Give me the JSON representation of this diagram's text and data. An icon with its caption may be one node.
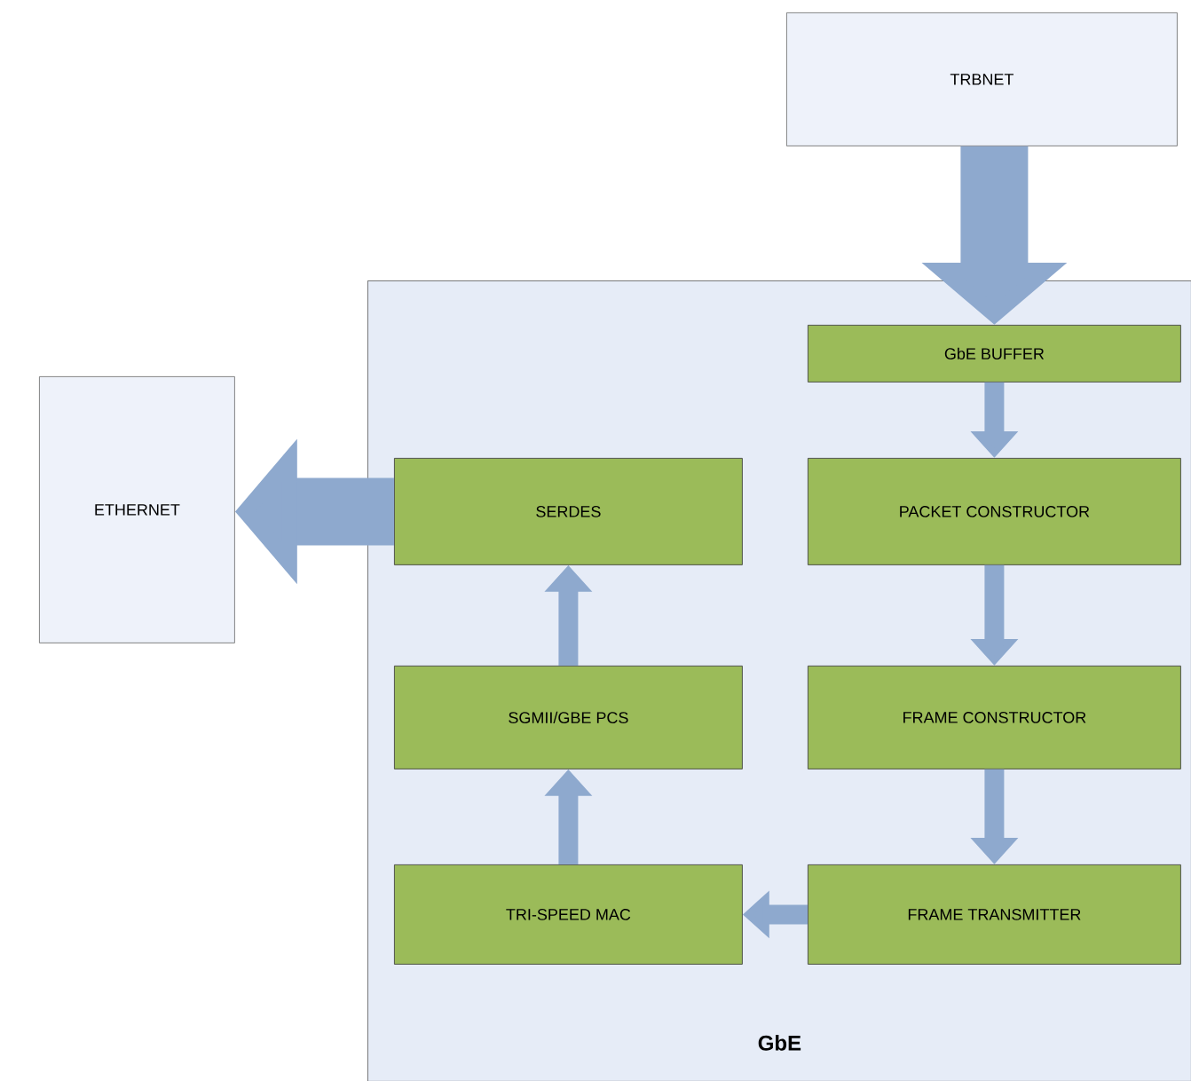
{
  "diagram": {
    "nodes": [
      {
        "text": [
          "TRBNET"
        ]
      },
      {
        "text": [
          "GbE"
        ]
      },
      {
        "text": [
          "GbE BUFFER"
        ],
        "in": 1
      },
      {
        "text": [
          "PACKET CONSTRUCTOR"
        ],
        "in": 1
      },
      {
        "text": [
          "FRAME CONSTRUCTOR"
        ],
        "in": 1
      },
      {
        "text": [
          "FRAME TRANSMITTER"
        ],
        "in": 1
      },
      {
        "text": [
          "TRI-SPEED MAC"
        ],
        "in": 1
      },
      {
        "text": [
          "SGMII/GBE PCS"
        ],
        "in": 1
      },
      {
        "text": [
          "SERDES"
        ],
        "in": 1
      },
      {
        "text": [
          "ETHERNET"
        ]
      }
    ],
    "edges": [
      {
        "from": 0,
        "to": 2,
        "arrow": "to",
        "style": "thick"
      },
      {
        "from": 2,
        "to": 3,
        "arrow": "to"
      },
      {
        "from": 3,
        "to": 4,
        "arrow": "to"
      },
      {
        "from": 4,
        "to": 5,
        "arrow": "to"
      },
      {
        "from": 5,
        "to": 6,
        "arrow": "to"
      },
      {
        "from": 6,
        "to": 7,
        "arrow": "to"
      },
      {
        "from": 7,
        "to": 8,
        "arrow": "to"
      },
      {
        "from": 8,
        "to": 9,
        "arrow": "to",
        "style": "thick"
      }
    ]
  }
}
